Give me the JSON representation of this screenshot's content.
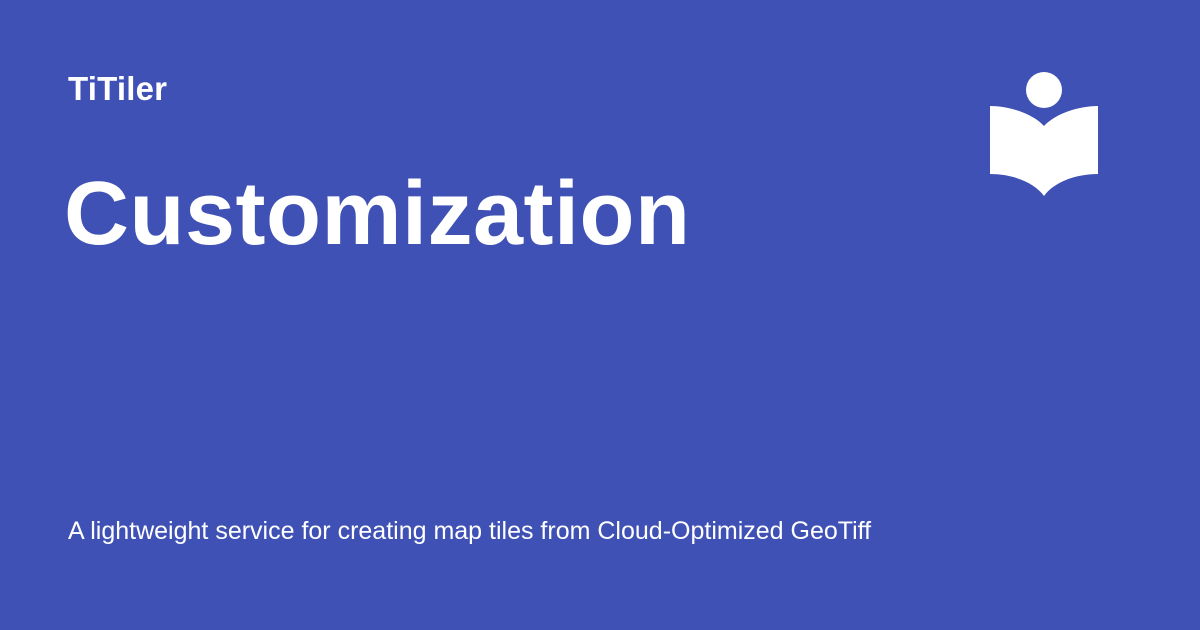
{
  "site": {
    "name": "TiTiler"
  },
  "page": {
    "title": "Customization",
    "description": "A lightweight service for creating map tiles from Cloud-Optimized GeoTiff"
  },
  "logo": {
    "icon": "book-reader-icon"
  },
  "colors": {
    "background": "#3f51b5",
    "text": "#ffffff"
  }
}
